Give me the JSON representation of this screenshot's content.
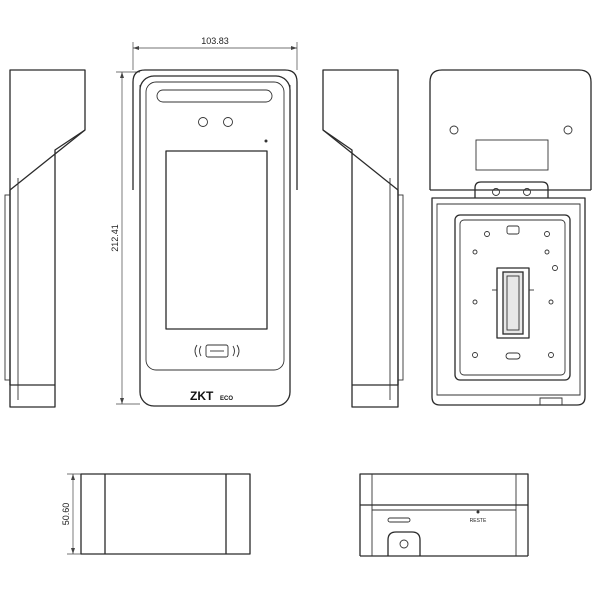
{
  "dimensions": {
    "width": "103.83",
    "height": "212.41",
    "depth": "50.60"
  },
  "labels": {
    "brand_main": "ZKT",
    "brand_sub": "ECO",
    "reset": "RESTE"
  }
}
